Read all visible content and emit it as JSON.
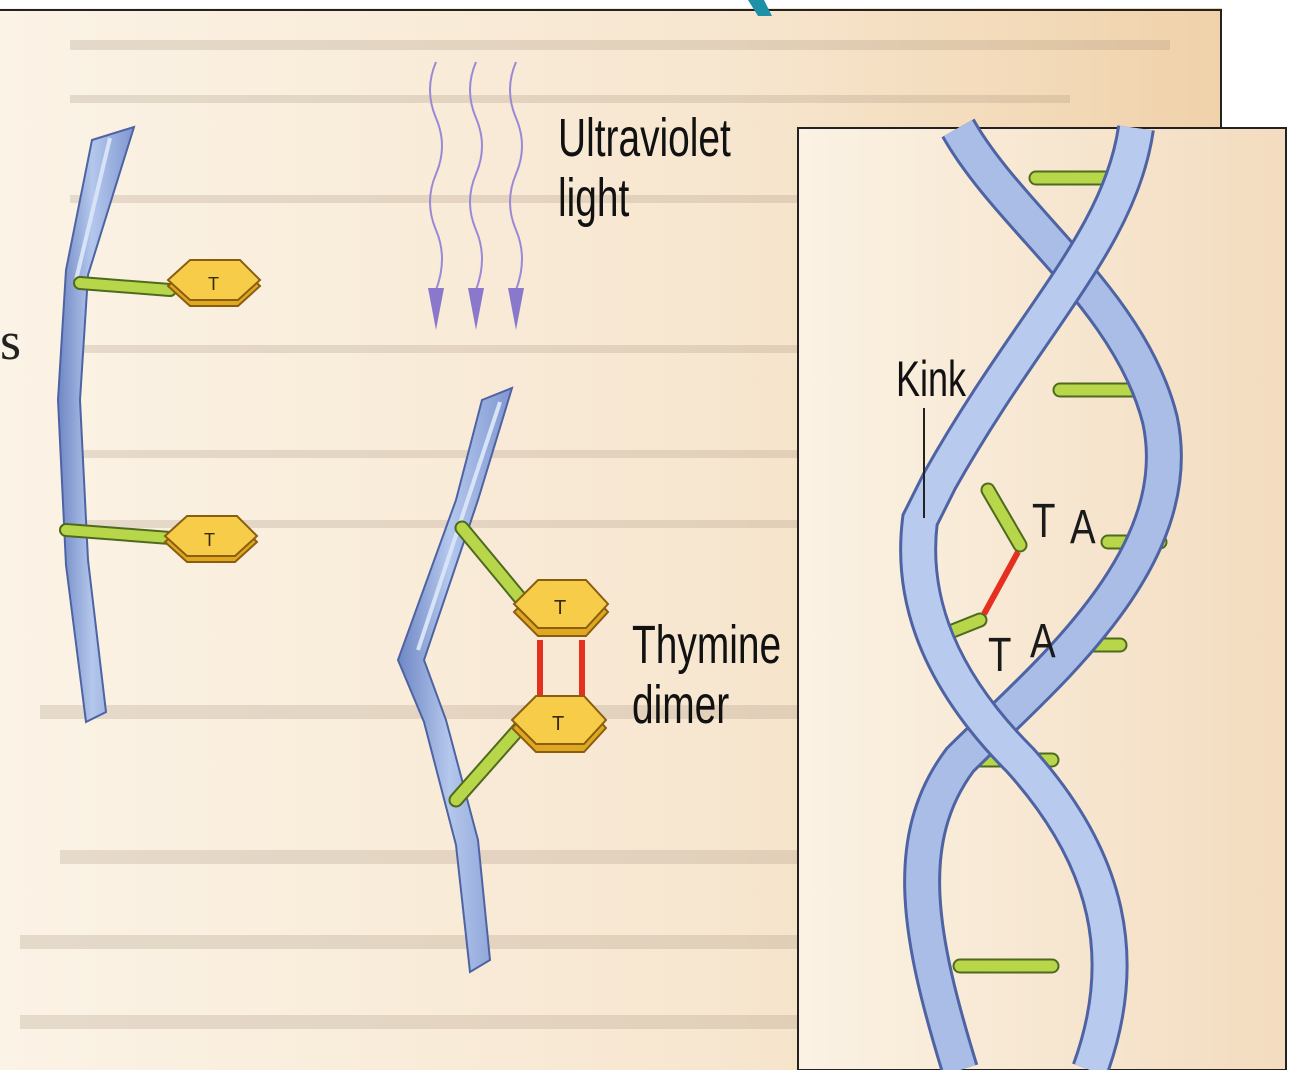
{
  "labels": {
    "uv_line1": "Ultraviolet",
    "uv_line2": "light",
    "dimer_line1": "Thymine",
    "dimer_line2": "dimer",
    "kink": "Kink",
    "base_t1": "T",
    "base_a1": "A",
    "base_t2": "T",
    "base_a2": "A",
    "base_symbol": "T",
    "edge_fragment": "s"
  },
  "colors": {
    "page": "#f7e8d2",
    "strand": "#9fb6e2",
    "strand_dark": "#5f78b8",
    "base_rung": "#b8d64a",
    "thymine": "#f0c43c",
    "dimer_bond": "#e53020",
    "uv_arrow": "#9a88d8",
    "heading_fragment": "#1e90a8"
  }
}
